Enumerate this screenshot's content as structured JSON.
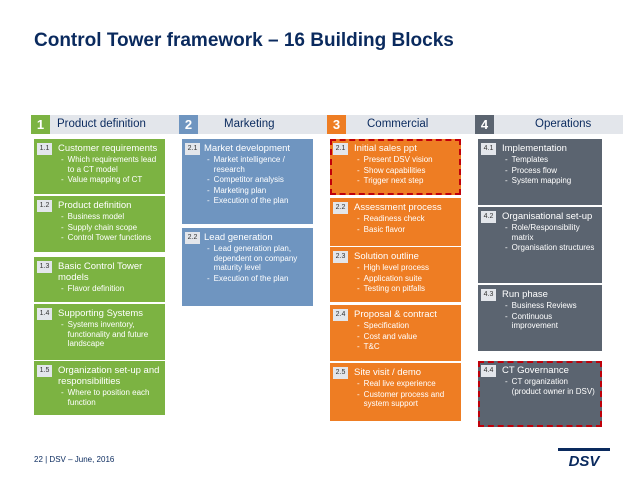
{
  "title": "Control Tower framework – 16 Building Blocks",
  "footer": "22 | DSV – June, 2016",
  "logo_text": "DSV",
  "colors": {
    "navy": "#0a2a5e",
    "green": "#7cb342",
    "blue": "#6f95c0",
    "orange": "#ee7d23",
    "grey": "#5b6470",
    "header_bg": "#e3e6eb",
    "highlight_border": "#c0000a"
  },
  "columns": [
    {
      "number": "1",
      "title": "Product definition",
      "blocks": [
        {
          "id": "1.1",
          "title": "Customer requirements",
          "bullet": "-",
          "lines": [
            "Which requirements lead to a CT model",
            "Value mapping of CT"
          ]
        },
        {
          "id": "1.2",
          "title": "Product definition",
          "bullet": "-",
          "lines": [
            "Business model",
            "Supply chain scope",
            "Control Tower functions"
          ]
        },
        {
          "id": "1.3",
          "title": "Basic Control Tower models",
          "bullet": "-",
          "lines": [
            "Flavor definition"
          ]
        },
        {
          "id": "1.4",
          "title": "Supporting Systems",
          "bullet": "-",
          "lines": [
            "Systems inventory, functionality and future landscape"
          ]
        },
        {
          "id": "1.5",
          "title": "Organization set-up and responsibilities",
          "bullet": "-",
          "lines": [
            "Where to position each function"
          ]
        }
      ]
    },
    {
      "number": "2",
      "title": "Marketing",
      "blocks": [
        {
          "id": "2.1",
          "title": "Market development",
          "bullet": "-",
          "lines": [
            "Market intelligence / research",
            "Competitor analysis",
            "Marketing plan",
            "Execution of the plan"
          ]
        },
        {
          "id": "2.2",
          "title": "Lead generation",
          "bullet": "-",
          "lines": [
            "Lead generation plan, dependent on company maturity level",
            "Execution of the plan"
          ]
        }
      ]
    },
    {
      "number": "3",
      "title": "Commercial",
      "blocks": [
        {
          "id": "2.1",
          "title": "Initial sales ppt",
          "bullet": "-",
          "lines": [
            "Present DSV vision",
            "Show capabilities",
            "Trigger next step"
          ]
        },
        {
          "id": "2.2",
          "title": "Assessment process",
          "bullet": "-",
          "lines": [
            "Readiness check",
            "Basic flavor"
          ]
        },
        {
          "id": "2.3",
          "title": "Solution outline",
          "bullet": "-",
          "lines": [
            "High level process",
            "Application suite",
            "Testing on pitfalls"
          ]
        },
        {
          "id": "2.4",
          "title": "Proposal & contract",
          "bullet": "-",
          "lines": [
            "Specification",
            "Cost and value",
            "T&C"
          ]
        },
        {
          "id": "2.5",
          "title": "Site visit / demo",
          "bullet": "-",
          "lines": [
            "Real live experience",
            "Customer process and system support"
          ]
        }
      ]
    },
    {
      "number": "4",
      "title": "Operations",
      "blocks": [
        {
          "id": "4.1",
          "title": "Implementation",
          "bullet": "-",
          "lines": [
            "Templates",
            "Process flow",
            "System mapping"
          ]
        },
        {
          "id": "4.2",
          "title": "Organisational set-up",
          "bullet": "-",
          "lines": [
            "Role/Responsibility matrix",
            "Organisation structures"
          ]
        },
        {
          "id": "4.3",
          "title": "Run phase",
          "bullet": "-",
          "lines": [
            "Business Reviews",
            "Continuous improvement"
          ]
        },
        {
          "id": "4.4",
          "title": "CT Governance",
          "bullet": "-",
          "lines": [
            "CT organization (product owner in DSV)"
          ]
        }
      ]
    }
  ]
}
